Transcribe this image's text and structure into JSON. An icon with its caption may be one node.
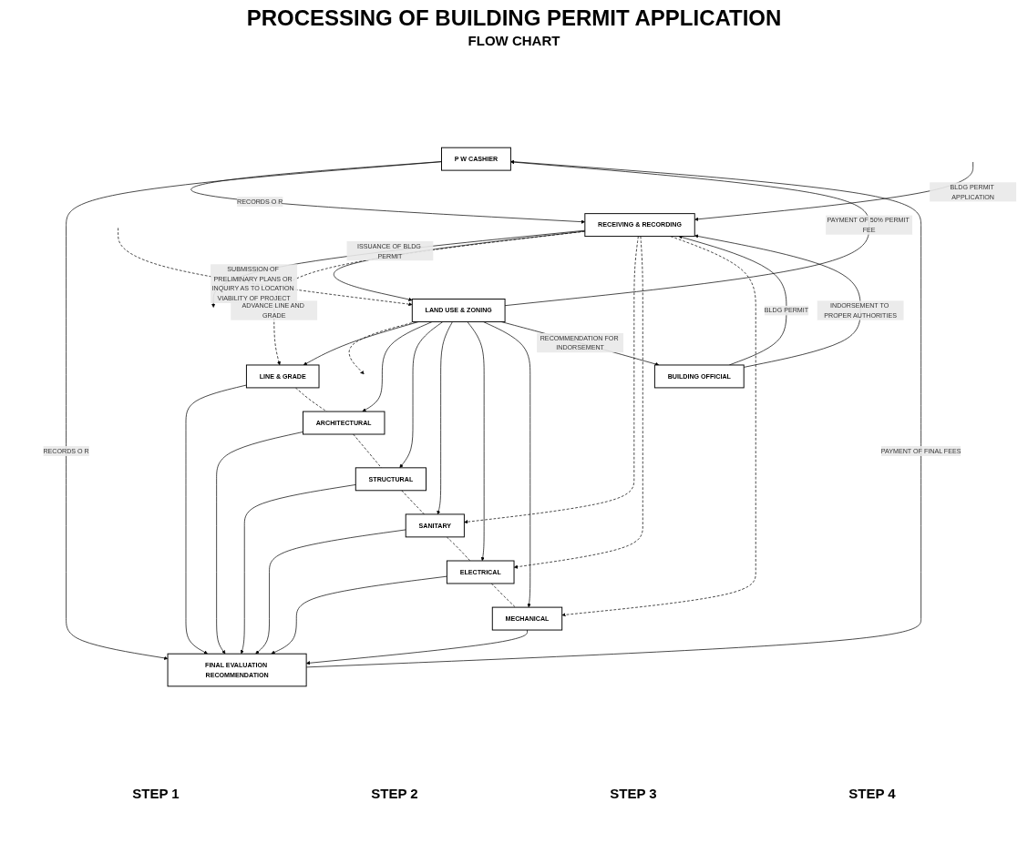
{
  "diagram": {
    "title": "PROCESSING OF BUILDING PERMIT APPLICATION",
    "nodes": [
      {
        "text": [
          "P W CASHIER"
        ]
      },
      {
        "text": [
          "RECEIVING & RECORDING"
        ]
      },
      {
        "text": [
          "LAND USE & ZONING"
        ]
      },
      {
        "text": [
          "LINE & GRADE"
        ]
      },
      {
        "text": [
          "ARCHITECTURAL"
        ]
      },
      {
        "text": [
          "STRUCTURAL"
        ]
      },
      {
        "text": [
          "SANITARY"
        ]
      },
      {
        "text": [
          "ELECTRICAL"
        ]
      },
      {
        "text": [
          "MECHANICAL"
        ]
      },
      {
        "text": [
          "FINAL EVALUATION RECOMMENDATION"
        ]
      },
      {
        "text": [
          "BUILDING OFFICIAL"
        ]
      }
    ],
    "edges": [
      {
        "from": 10,
        "to": 1,
        "arrow": "to",
        "label": "BLDG PERMIT"
      },
      {
        "from": 0,
        "to": 1,
        "arrow": "to",
        "label": "RECORDS O R"
      },
      {
        "from": 2,
        "to": 0,
        "arrow": "to",
        "label": "PAYMENT OF 50% PERMIT FEE"
      },
      {
        "from": 9,
        "to": 0,
        "arrow": "to",
        "label": "PAYMENT OF FINAL FEES"
      },
      {
        "from": 0,
        "to": 9,
        "arrow": "to",
        "label": "RECORDS O R"
      },
      {
        "from": null,
        "to": 1,
        "arrow": "to",
        "label": "BLDG PERMIT APPLICATION"
      },
      {
        "from": 1,
        "to": null,
        "arrow": "to",
        "label": "ISSUANCE OF BLDG PERMIT"
      },
      {
        "from": 1,
        "to": 2,
        "arrow": "to"
      },
      {
        "from": 1,
        "to": 3,
        "arrow": "to",
        "style": "dashed",
        "label": "ADVANCE LINE AND GRADE"
      },
      {
        "from": null,
        "to": 2,
        "arrow": "to",
        "style": "dashed",
        "label": "SUBMISSION OF PRELIMINARY PLANS OR INQUIRY AS TO LOCATION VIABILITY OF PROJECT"
      },
      {
        "from": 2,
        "to": null,
        "arrow": "to",
        "style": "dashed"
      },
      {
        "from": 1,
        "to": 6,
        "arrow": "to",
        "style": "dashed"
      },
      {
        "from": 1,
        "to": 7,
        "arrow": "to",
        "style": "dashed"
      },
      {
        "from": 1,
        "to": 8,
        "arrow": "to",
        "style": "dashed"
      },
      {
        "from": 2,
        "to": 3,
        "arrow": "to"
      },
      {
        "from": 2,
        "to": 4,
        "arrow": "to"
      },
      {
        "from": 2,
        "to": 5,
        "arrow": "to"
      },
      {
        "from": 2,
        "to": 6,
        "arrow": "to"
      },
      {
        "from": 2,
        "to": 7,
        "arrow": "to"
      },
      {
        "from": 2,
        "to": 8,
        "arrow": "to"
      },
      {
        "from": 3,
        "to": 9,
        "arrow": "to"
      },
      {
        "from": 4,
        "to": 9,
        "arrow": "to"
      },
      {
        "from": 5,
        "to": 9,
        "arrow": "to"
      },
      {
        "from": 6,
        "to": 9,
        "arrow": "to"
      },
      {
        "from": 7,
        "to": 9,
        "arrow": "to"
      },
      {
        "from": 8,
        "to": 9,
        "arrow": "to"
      },
      {
        "from": 3,
        "to": 4,
        "arrow": "none",
        "style": "dashed"
      },
      {
        "from": 4,
        "to": 5,
        "arrow": "none",
        "style": "dashed"
      },
      {
        "from": 5,
        "to": 6,
        "arrow": "none",
        "style": "dashed"
      },
      {
        "from": 6,
        "to": 7,
        "arrow": "none",
        "style": "dashed"
      },
      {
        "from": 7,
        "to": 8,
        "arrow": "none",
        "style": "dashed"
      },
      {
        "from": 2,
        "to": 10,
        "arrow": "to",
        "label": "RECOMMENDATION FOR INDORSEMENT"
      },
      {
        "from": 10,
        "to": 1,
        "arrow": "to",
        "label": "INDORSEMENT TO PROPER AUTHORITIES"
      }
    ],
    "labels": [
      "FLOW CHART",
      "STEP 1",
      "STEP 2",
      "STEP 3",
      "STEP 4"
    ]
  }
}
